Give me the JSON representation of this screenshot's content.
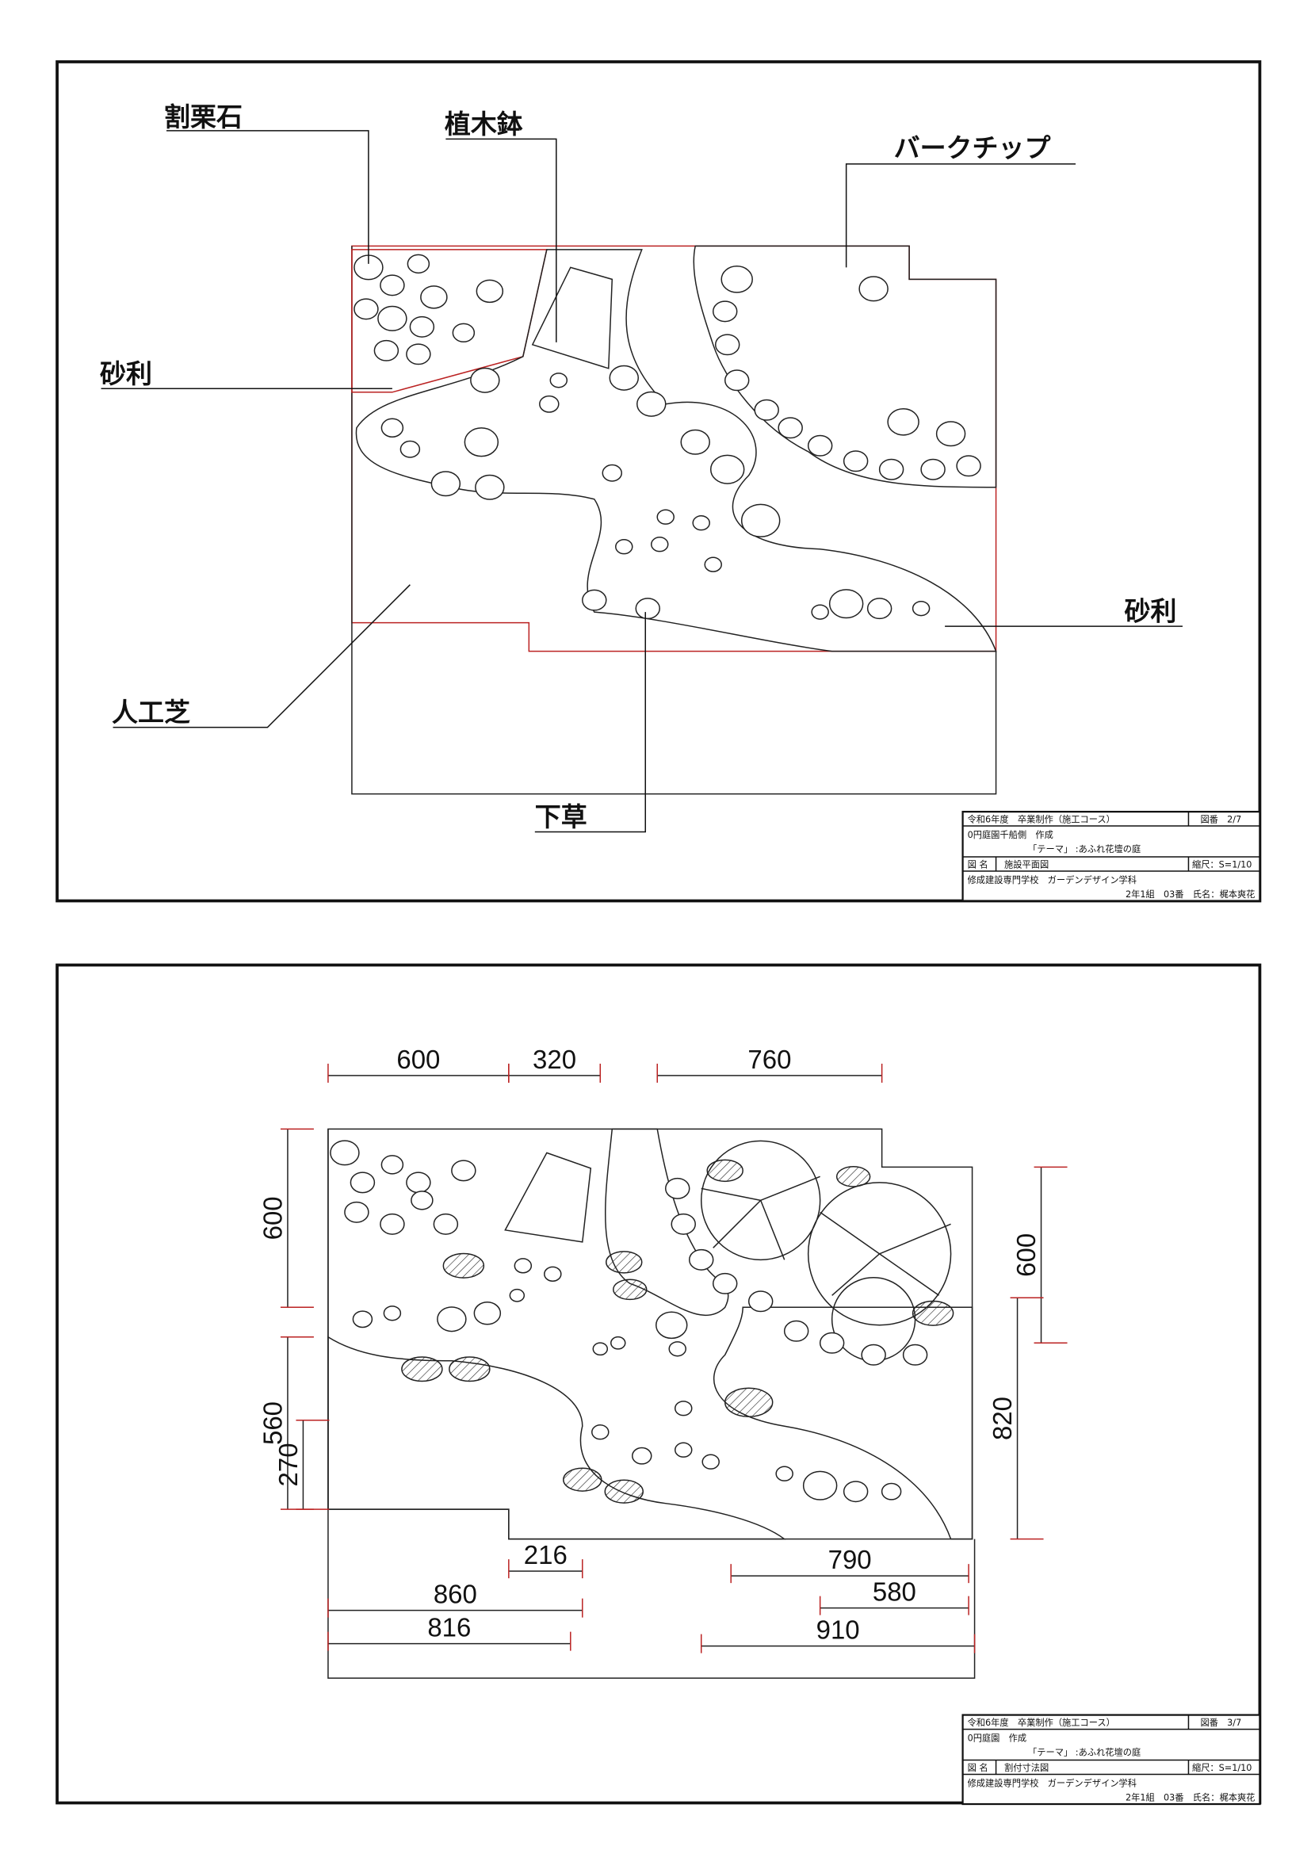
{
  "plan": {
    "labels": {
      "rubble_stone": "割栗石",
      "planter": "植木鉢",
      "bark_chip": "バークチップ",
      "gravel_left": "砂利",
      "artificial_turf": "人工芝",
      "gravel_right": "砂利",
      "ground_cover": "下草"
    },
    "title_block": {
      "course": "令和6年度　卒業制作（施工コース）",
      "sheet": "図番　2/7",
      "project": "0円庭園千船側　作成",
      "theme": "「テーマ」 :あふれ花壇の庭",
      "name_label": "図 名",
      "drawing_name": "施設平面図",
      "scale": "縮尺：S=1/10",
      "school": "修成建設専門学校　ガーデンデザイン学科",
      "student": "2年1組　03番　氏名：梶本爽花"
    }
  },
  "dimension_plan": {
    "dimensions": {
      "top_600": "600",
      "top_320": "320",
      "top_760": "760",
      "left_600": "600",
      "left_560": "560",
      "left_270": "270",
      "right_600": "600",
      "right_820": "820",
      "bottom_216": "216",
      "bottom_790": "790",
      "bottom_580": "580",
      "bottom_860": "860",
      "bottom_816": "816",
      "bottom_910": "910"
    },
    "title_block": {
      "course": "令和6年度　卒業制作（施工コース）",
      "sheet": "図番　3/7",
      "project": "0円庭園　作成",
      "theme": "「テーマ」 :あふれ花壇の庭",
      "name_label": "図 名",
      "drawing_name": "割付寸法図",
      "scale": "縮尺：S=1/10",
      "school": "修成建設専門学校　ガーデンデザイン学科",
      "student": "2年1組　03番　氏名：梶本爽花"
    }
  }
}
